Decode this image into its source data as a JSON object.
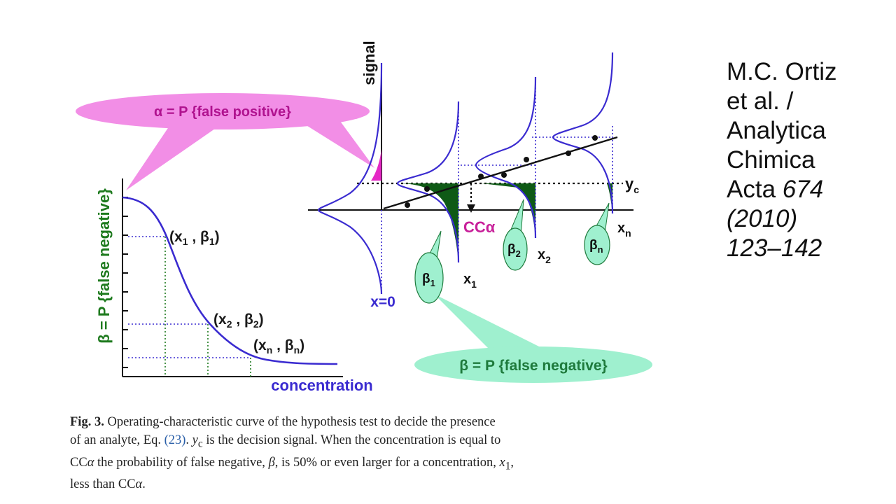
{
  "diagram": {
    "callout_alpha": "α = P {false positive}",
    "callout_beta": "β = P {false negative}",
    "left_axis_label": "β = P {false negative}",
    "x_axis_label": "concentration",
    "signal_label": "signal",
    "yc_label": "y",
    "yc_sub": "c",
    "cc_alpha_label": "CCα",
    "x0_label": "x=0",
    "x1_label": "x",
    "x1_sub": "1",
    "x2_label": "x",
    "x2_sub": "2",
    "xn_label": "x",
    "xn_sub": "n",
    "beta1_bubble": "β",
    "beta1_sub": "1",
    "beta2_bubble": "β",
    "beta2_sub": "2",
    "betan_bubble": "β",
    "betan_sub": "n",
    "point1": {
      "open": "(x",
      "xsub": "1",
      "comma": " , β",
      "bsub": "1",
      "close": ")"
    },
    "point2": {
      "open": "(x",
      "xsub": "2",
      "comma": " , β",
      "bsub": "2",
      "close": ")"
    },
    "pointn": {
      "open": "(x",
      "xsub": "n",
      "comma": " , β",
      "bsub": "n",
      "close": ")"
    },
    "colors": {
      "magenta": "#f28ee6",
      "mint": "#9ff0cf",
      "blue": "#3a2bd0",
      "green": "#1e7a1e",
      "darkgreen": "#0f5a16",
      "alpha_text": "#c8209a"
    }
  },
  "citation": {
    "line1": "M.C. Ortiz",
    "line2": "et al. /",
    "line3": "Analytica",
    "line4": "Chimica",
    "line5_plain": "Acta ",
    "line5_italic": "674",
    "line6": "(2010)",
    "line7": "123–142"
  },
  "caption": {
    "fig": "Fig. 3.",
    "l1": "  Operating-characteristic curve of the hypothesis test to decide the presence",
    "l2a": "of an analyte, Eq. ",
    "l2ref": "(23)",
    "l2b": ". ",
    "l2yc": "y",
    "l2ycsub": "c",
    "l2c": " is the decision signal. When the concentration is equal to",
    "l3a": "CC",
    "l3alpha": "α",
    "l3b": " the probability of false negative, ",
    "l3beta": "β",
    "l3c": ", is 50% or even larger for a concentration, ",
    "l3x": "x",
    "l3xsub": "1",
    "l3d": ",",
    "l4a": "less than CC",
    "l4alpha": "α",
    "l4b": "."
  }
}
